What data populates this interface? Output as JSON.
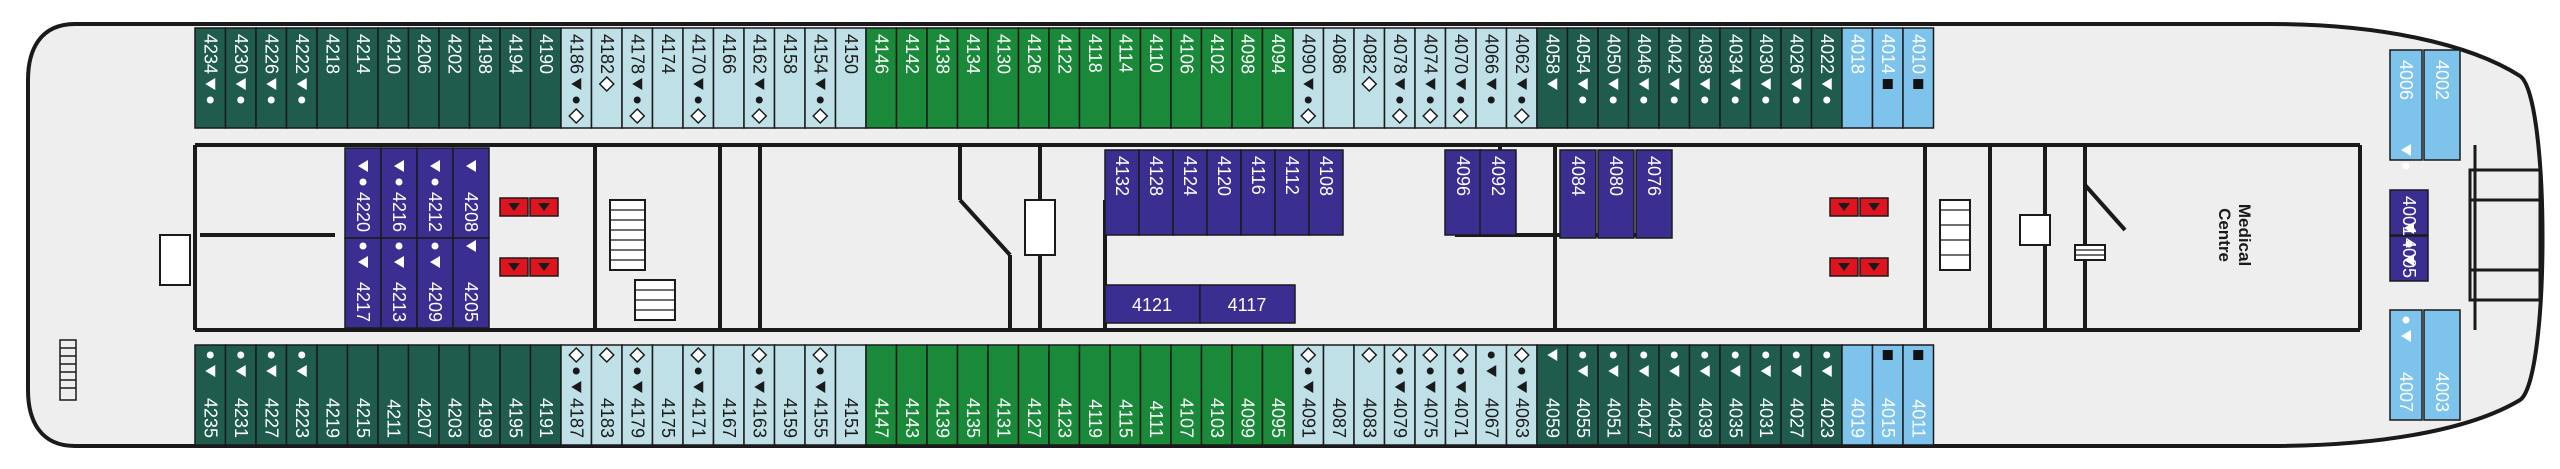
{
  "deck": {
    "top_row": [
      {
        "num": "4234",
        "cat": "teal",
        "mark": "tri-dot"
      },
      {
        "num": "4230",
        "cat": "teal",
        "mark": "tri-dot"
      },
      {
        "num": "4226",
        "cat": "teal",
        "mark": "tri-dot"
      },
      {
        "num": "4222",
        "cat": "teal",
        "mark": "tri-dot"
      },
      {
        "num": "4218",
        "cat": "teal",
        "mark": ""
      },
      {
        "num": "4214",
        "cat": "teal",
        "mark": ""
      },
      {
        "num": "4210",
        "cat": "teal",
        "mark": ""
      },
      {
        "num": "4206",
        "cat": "teal",
        "mark": ""
      },
      {
        "num": "4202",
        "cat": "teal",
        "mark": ""
      },
      {
        "num": "4198",
        "cat": "teal",
        "mark": ""
      },
      {
        "num": "4194",
        "cat": "teal",
        "mark": ""
      },
      {
        "num": "4190",
        "cat": "teal",
        "mark": ""
      },
      {
        "num": "4186",
        "cat": "light",
        "mark": "tri-dot-diamond"
      },
      {
        "num": "4182",
        "cat": "light",
        "mark": "diamond"
      },
      {
        "num": "4178",
        "cat": "light",
        "mark": "tri-dot-diamond"
      },
      {
        "num": "4174",
        "cat": "light",
        "mark": ""
      },
      {
        "num": "4170",
        "cat": "light",
        "mark": "tri-dot-diamond"
      },
      {
        "num": "4166",
        "cat": "light",
        "mark": ""
      },
      {
        "num": "4162",
        "cat": "light",
        "mark": "tri-dot-diamond"
      },
      {
        "num": "4158",
        "cat": "light",
        "mark": ""
      },
      {
        "num": "4154",
        "cat": "light",
        "mark": "tri-dot-diamond"
      },
      {
        "num": "4150",
        "cat": "light",
        "mark": ""
      },
      {
        "num": "4146",
        "cat": "green",
        "mark": ""
      },
      {
        "num": "4142",
        "cat": "green",
        "mark": ""
      },
      {
        "num": "4138",
        "cat": "green",
        "mark": ""
      },
      {
        "num": "4134",
        "cat": "green",
        "mark": ""
      },
      {
        "num": "4130",
        "cat": "green",
        "mark": ""
      },
      {
        "num": "4126",
        "cat": "green",
        "mark": ""
      },
      {
        "num": "4122",
        "cat": "green",
        "mark": ""
      },
      {
        "num": "4118",
        "cat": "green",
        "mark": ""
      },
      {
        "num": "4114",
        "cat": "green",
        "mark": ""
      },
      {
        "num": "4110",
        "cat": "green",
        "mark": ""
      },
      {
        "num": "4106",
        "cat": "green",
        "mark": ""
      },
      {
        "num": "4102",
        "cat": "green",
        "mark": ""
      },
      {
        "num": "4098",
        "cat": "green",
        "mark": ""
      },
      {
        "num": "4094",
        "cat": "green",
        "mark": ""
      },
      {
        "num": "4090",
        "cat": "light",
        "mark": "tri-dot-diamond"
      },
      {
        "num": "4086",
        "cat": "light",
        "mark": ""
      },
      {
        "num": "4082",
        "cat": "light",
        "mark": "diamond"
      },
      {
        "num": "4078",
        "cat": "light",
        "mark": "tri-dot-diamond"
      },
      {
        "num": "4074",
        "cat": "light",
        "mark": "tri-dot-diamond"
      },
      {
        "num": "4070",
        "cat": "light",
        "mark": "tri-dot-diamond"
      },
      {
        "num": "4066",
        "cat": "light",
        "mark": "tri-dot"
      },
      {
        "num": "4062",
        "cat": "light",
        "mark": "tri-dot-diamond"
      },
      {
        "num": "4058",
        "cat": "teal",
        "mark": "tri"
      },
      {
        "num": "4054",
        "cat": "teal",
        "mark": "tri-dot"
      },
      {
        "num": "4050",
        "cat": "teal",
        "mark": "tri-dot"
      },
      {
        "num": "4046",
        "cat": "teal",
        "mark": "tri-dot"
      },
      {
        "num": "4042",
        "cat": "teal",
        "mark": "tri-dot"
      },
      {
        "num": "4038",
        "cat": "teal",
        "mark": "tri-dot"
      },
      {
        "num": "4034",
        "cat": "teal",
        "mark": "tri-dot"
      },
      {
        "num": "4030",
        "cat": "teal",
        "mark": "tri-dot"
      },
      {
        "num": "4026",
        "cat": "teal",
        "mark": "tri-dot"
      },
      {
        "num": "4022",
        "cat": "teal",
        "mark": "tri-dot"
      },
      {
        "num": "4018",
        "cat": "blue",
        "mark": ""
      },
      {
        "num": "4014",
        "cat": "blue",
        "mark": "square"
      },
      {
        "num": "4010",
        "cat": "blue",
        "mark": "square"
      }
    ],
    "bottom_row": [
      {
        "num": "4235",
        "cat": "teal",
        "mark": "dot-tri"
      },
      {
        "num": "4231",
        "cat": "teal",
        "mark": "dot-tri"
      },
      {
        "num": "4227",
        "cat": "teal",
        "mark": "dot-tri"
      },
      {
        "num": "4223",
        "cat": "teal",
        "mark": "dot-tri"
      },
      {
        "num": "4219",
        "cat": "teal",
        "mark": ""
      },
      {
        "num": "4215",
        "cat": "teal",
        "mark": ""
      },
      {
        "num": "4211",
        "cat": "teal",
        "mark": ""
      },
      {
        "num": "4207",
        "cat": "teal",
        "mark": ""
      },
      {
        "num": "4203",
        "cat": "teal",
        "mark": ""
      },
      {
        "num": "4199",
        "cat": "teal",
        "mark": ""
      },
      {
        "num": "4195",
        "cat": "teal",
        "mark": ""
      },
      {
        "num": "4191",
        "cat": "teal",
        "mark": ""
      },
      {
        "num": "4187",
        "cat": "light",
        "mark": "diamond-dot-tri"
      },
      {
        "num": "4183",
        "cat": "light",
        "mark": "diamond"
      },
      {
        "num": "4179",
        "cat": "light",
        "mark": "diamond-dot-tri"
      },
      {
        "num": "4175",
        "cat": "light",
        "mark": ""
      },
      {
        "num": "4171",
        "cat": "light",
        "mark": "diamond-dot-tri"
      },
      {
        "num": "4167",
        "cat": "light",
        "mark": ""
      },
      {
        "num": "4163",
        "cat": "light",
        "mark": "diamond-dot-tri"
      },
      {
        "num": "4159",
        "cat": "light",
        "mark": ""
      },
      {
        "num": "4155",
        "cat": "light",
        "mark": "diamond-dot-tri"
      },
      {
        "num": "4151",
        "cat": "light",
        "mark": ""
      },
      {
        "num": "4147",
        "cat": "green",
        "mark": ""
      },
      {
        "num": "4143",
        "cat": "green",
        "mark": ""
      },
      {
        "num": "4139",
        "cat": "green",
        "mark": ""
      },
      {
        "num": "4135",
        "cat": "green",
        "mark": ""
      },
      {
        "num": "4131",
        "cat": "green",
        "mark": ""
      },
      {
        "num": "4127",
        "cat": "green",
        "mark": ""
      },
      {
        "num": "4123",
        "cat": "green",
        "mark": ""
      },
      {
        "num": "4119",
        "cat": "green",
        "mark": ""
      },
      {
        "num": "4115",
        "cat": "green",
        "mark": ""
      },
      {
        "num": "4111",
        "cat": "green",
        "mark": ""
      },
      {
        "num": "4107",
        "cat": "green",
        "mark": ""
      },
      {
        "num": "4103",
        "cat": "green",
        "mark": ""
      },
      {
        "num": "4099",
        "cat": "green",
        "mark": ""
      },
      {
        "num": "4095",
        "cat": "green",
        "mark": ""
      },
      {
        "num": "4091",
        "cat": "light",
        "mark": "diamond-dot-tri"
      },
      {
        "num": "4087",
        "cat": "light",
        "mark": ""
      },
      {
        "num": "4083",
        "cat": "light",
        "mark": "diamond"
      },
      {
        "num": "4079",
        "cat": "light",
        "mark": "diamond-dot-tri"
      },
      {
        "num": "4075",
        "cat": "light",
        "mark": "diamond-dot-tri"
      },
      {
        "num": "4071",
        "cat": "light",
        "mark": "diamond-dot-tri"
      },
      {
        "num": "4067",
        "cat": "light",
        "mark": "dot-tri"
      },
      {
        "num": "4063",
        "cat": "light",
        "mark": "diamond-dot-tri"
      },
      {
        "num": "4059",
        "cat": "teal",
        "mark": "tri"
      },
      {
        "num": "4055",
        "cat": "teal",
        "mark": "dot-tri"
      },
      {
        "num": "4051",
        "cat": "teal",
        "mark": "dot-tri"
      },
      {
        "num": "4047",
        "cat": "teal",
        "mark": "dot-tri"
      },
      {
        "num": "4043",
        "cat": "teal",
        "mark": "dot-tri"
      },
      {
        "num": "4039",
        "cat": "teal",
        "mark": "dot-tri"
      },
      {
        "num": "4035",
        "cat": "teal",
        "mark": "dot-tri"
      },
      {
        "num": "4031",
        "cat": "teal",
        "mark": "dot-tri"
      },
      {
        "num": "4027",
        "cat": "teal",
        "mark": "dot-tri"
      },
      {
        "num": "4023",
        "cat": "teal",
        "mark": "dot-tri"
      },
      {
        "num": "4019",
        "cat": "blue",
        "mark": ""
      },
      {
        "num": "4015",
        "cat": "blue",
        "mark": "square"
      },
      {
        "num": "4011",
        "cat": "blue",
        "mark": "square"
      }
    ],
    "bow_cabins": [
      {
        "num": "4006",
        "cat": "blue",
        "mark": "tri-dot"
      },
      {
        "num": "4002",
        "cat": "blue",
        "mark": ""
      },
      {
        "num": "4001",
        "cat": "purple",
        "mark": "tri-dot"
      },
      {
        "num": "4005",
        "cat": "purple",
        "mark": "dot-tri"
      },
      {
        "num": "4007",
        "cat": "blue",
        "mark": "dot-tri"
      },
      {
        "num": "4003",
        "cat": "blue",
        "mark": ""
      }
    ],
    "inner_aft_upper": [
      {
        "num": "4220",
        "mark": "tri-dot"
      },
      {
        "num": "4216",
        "mark": "tri-dot"
      },
      {
        "num": "4212",
        "mark": "tri-dot"
      },
      {
        "num": "4208",
        "mark": "tri"
      }
    ],
    "inner_aft_lower": [
      {
        "num": "4217",
        "mark": "dot-tri"
      },
      {
        "num": "4213",
        "mark": "dot-tri"
      },
      {
        "num": "4209",
        "mark": "dot-tri"
      },
      {
        "num": "4205",
        "mark": "tri"
      }
    ],
    "inner_mid": [
      {
        "num": "4132",
        "mark": ""
      },
      {
        "num": "4128",
        "mark": ""
      },
      {
        "num": "4124",
        "mark": ""
      },
      {
        "num": "4120",
        "mark": ""
      },
      {
        "num": "4116",
        "mark": ""
      },
      {
        "num": "4112",
        "mark": ""
      },
      {
        "num": "4108",
        "mark": ""
      }
    ],
    "inner_mid_lower": [
      "4121",
      "4117"
    ],
    "inner_fwd": [
      {
        "num": "4096",
        "mark": ""
      },
      {
        "num": "4092",
        "mark": ""
      },
      {
        "num": "4084",
        "mark": ""
      },
      {
        "num": "4080",
        "mark": ""
      },
      {
        "num": "4076",
        "mark": ""
      }
    ],
    "medical_centre": {
      "line1": "Medical",
      "line2": "Centre"
    },
    "colors": {
      "teal": "#1f5c4e",
      "green": "#1a8a3a",
      "light": "#bfe0e6",
      "blue": "#7ec3ec",
      "purple": "#3b2e91",
      "hull": "#eeeeee",
      "outline": "#1a1a1a",
      "red": "#e0141e"
    }
  }
}
